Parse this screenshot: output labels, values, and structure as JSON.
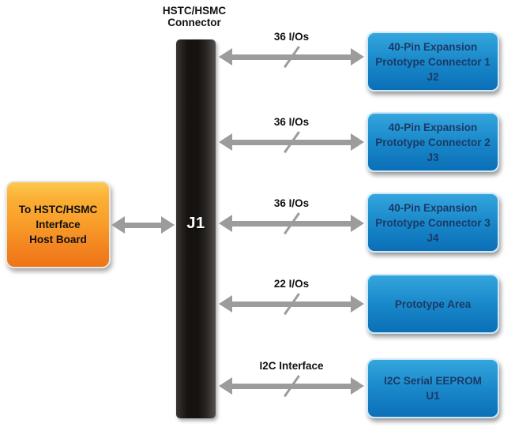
{
  "colors": {
    "arrow_gray": "#9c9c9c",
    "bar_dark": "#171311",
    "blue_top": "#35a5dd",
    "blue_bottom": "#0b6fb7",
    "blue_box_text": "#1b3a66",
    "orange_top": "#fdc851",
    "orange_bottom": "#ee7517",
    "label_black": "#111111"
  },
  "hub": {
    "title_line1": "HSTC/HSMC",
    "title_line2": "Connector",
    "label": "J1"
  },
  "source": {
    "lines": [
      "To HSTC/HSMC",
      "Interface",
      "Host Board"
    ]
  },
  "connections": [
    {
      "bus_label": "36 I/Os",
      "target_lines": [
        "40-Pin Expansion",
        "Prototype Connector 1",
        "J2"
      ]
    },
    {
      "bus_label": "36 I/Os",
      "target_lines": [
        "40-Pin Expansion",
        "Prototype Connector 2",
        "J3"
      ]
    },
    {
      "bus_label": "36 I/Os",
      "target_lines": [
        "40-Pin Expansion",
        "Prototype Connector 3",
        "J4"
      ]
    },
    {
      "bus_label": "22 I/Os",
      "target_lines": [
        "Prototype Area"
      ]
    },
    {
      "bus_label": "I2C Interface",
      "target_lines": [
        "I2C Serial EEPROM",
        "U1"
      ]
    }
  ]
}
